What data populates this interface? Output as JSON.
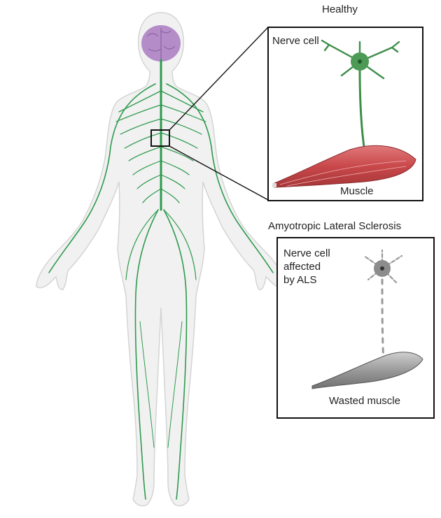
{
  "healthy": {
    "title": "Healthy",
    "nerve_label": "Nerve cell",
    "muscle_label": "Muscle"
  },
  "als": {
    "title": "Amyotropic Lateral Sclerosis",
    "nerve_label_line1": "Nerve cell",
    "nerve_label_line2": "affected",
    "nerve_label_line3": "by ALS",
    "muscle_label": "Wasted muscle"
  },
  "colors": {
    "nerve_green": "#2e9a4e",
    "brain_purple": "#b48cc8",
    "body_fill": "#f1f1f1",
    "body_outline": "#d4d4d4",
    "muscle_red": "#c9484a",
    "wasted_gray": "#9a9a9a"
  }
}
